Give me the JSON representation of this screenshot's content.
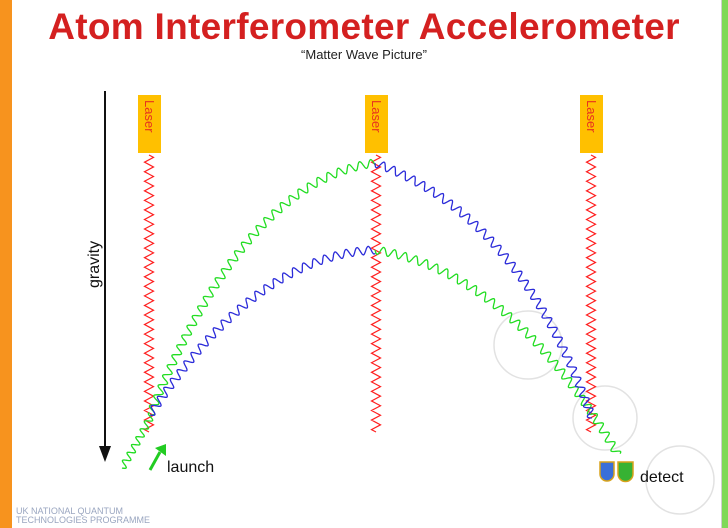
{
  "title": "Atom Interferometer Accelerometer",
  "subtitle": "“Matter Wave Picture”",
  "laser_label": "Laser",
  "gravity_label": "gravity",
  "launch_label": "launch",
  "detect_label": "detect",
  "footer": [
    "UK NATIONAL QUANTUM",
    "TECHNOLOGIES PROGRAMME"
  ],
  "colors": {
    "title": "#d42020",
    "laser_box": "#ffc000",
    "laser_text": "#e8321e",
    "laser_beam": "#ff2020",
    "green_wave": "#22dd22",
    "blue_wave": "#2b2bd9",
    "accent_left": "#f7931e",
    "accent_right": "#7ed957"
  }
}
